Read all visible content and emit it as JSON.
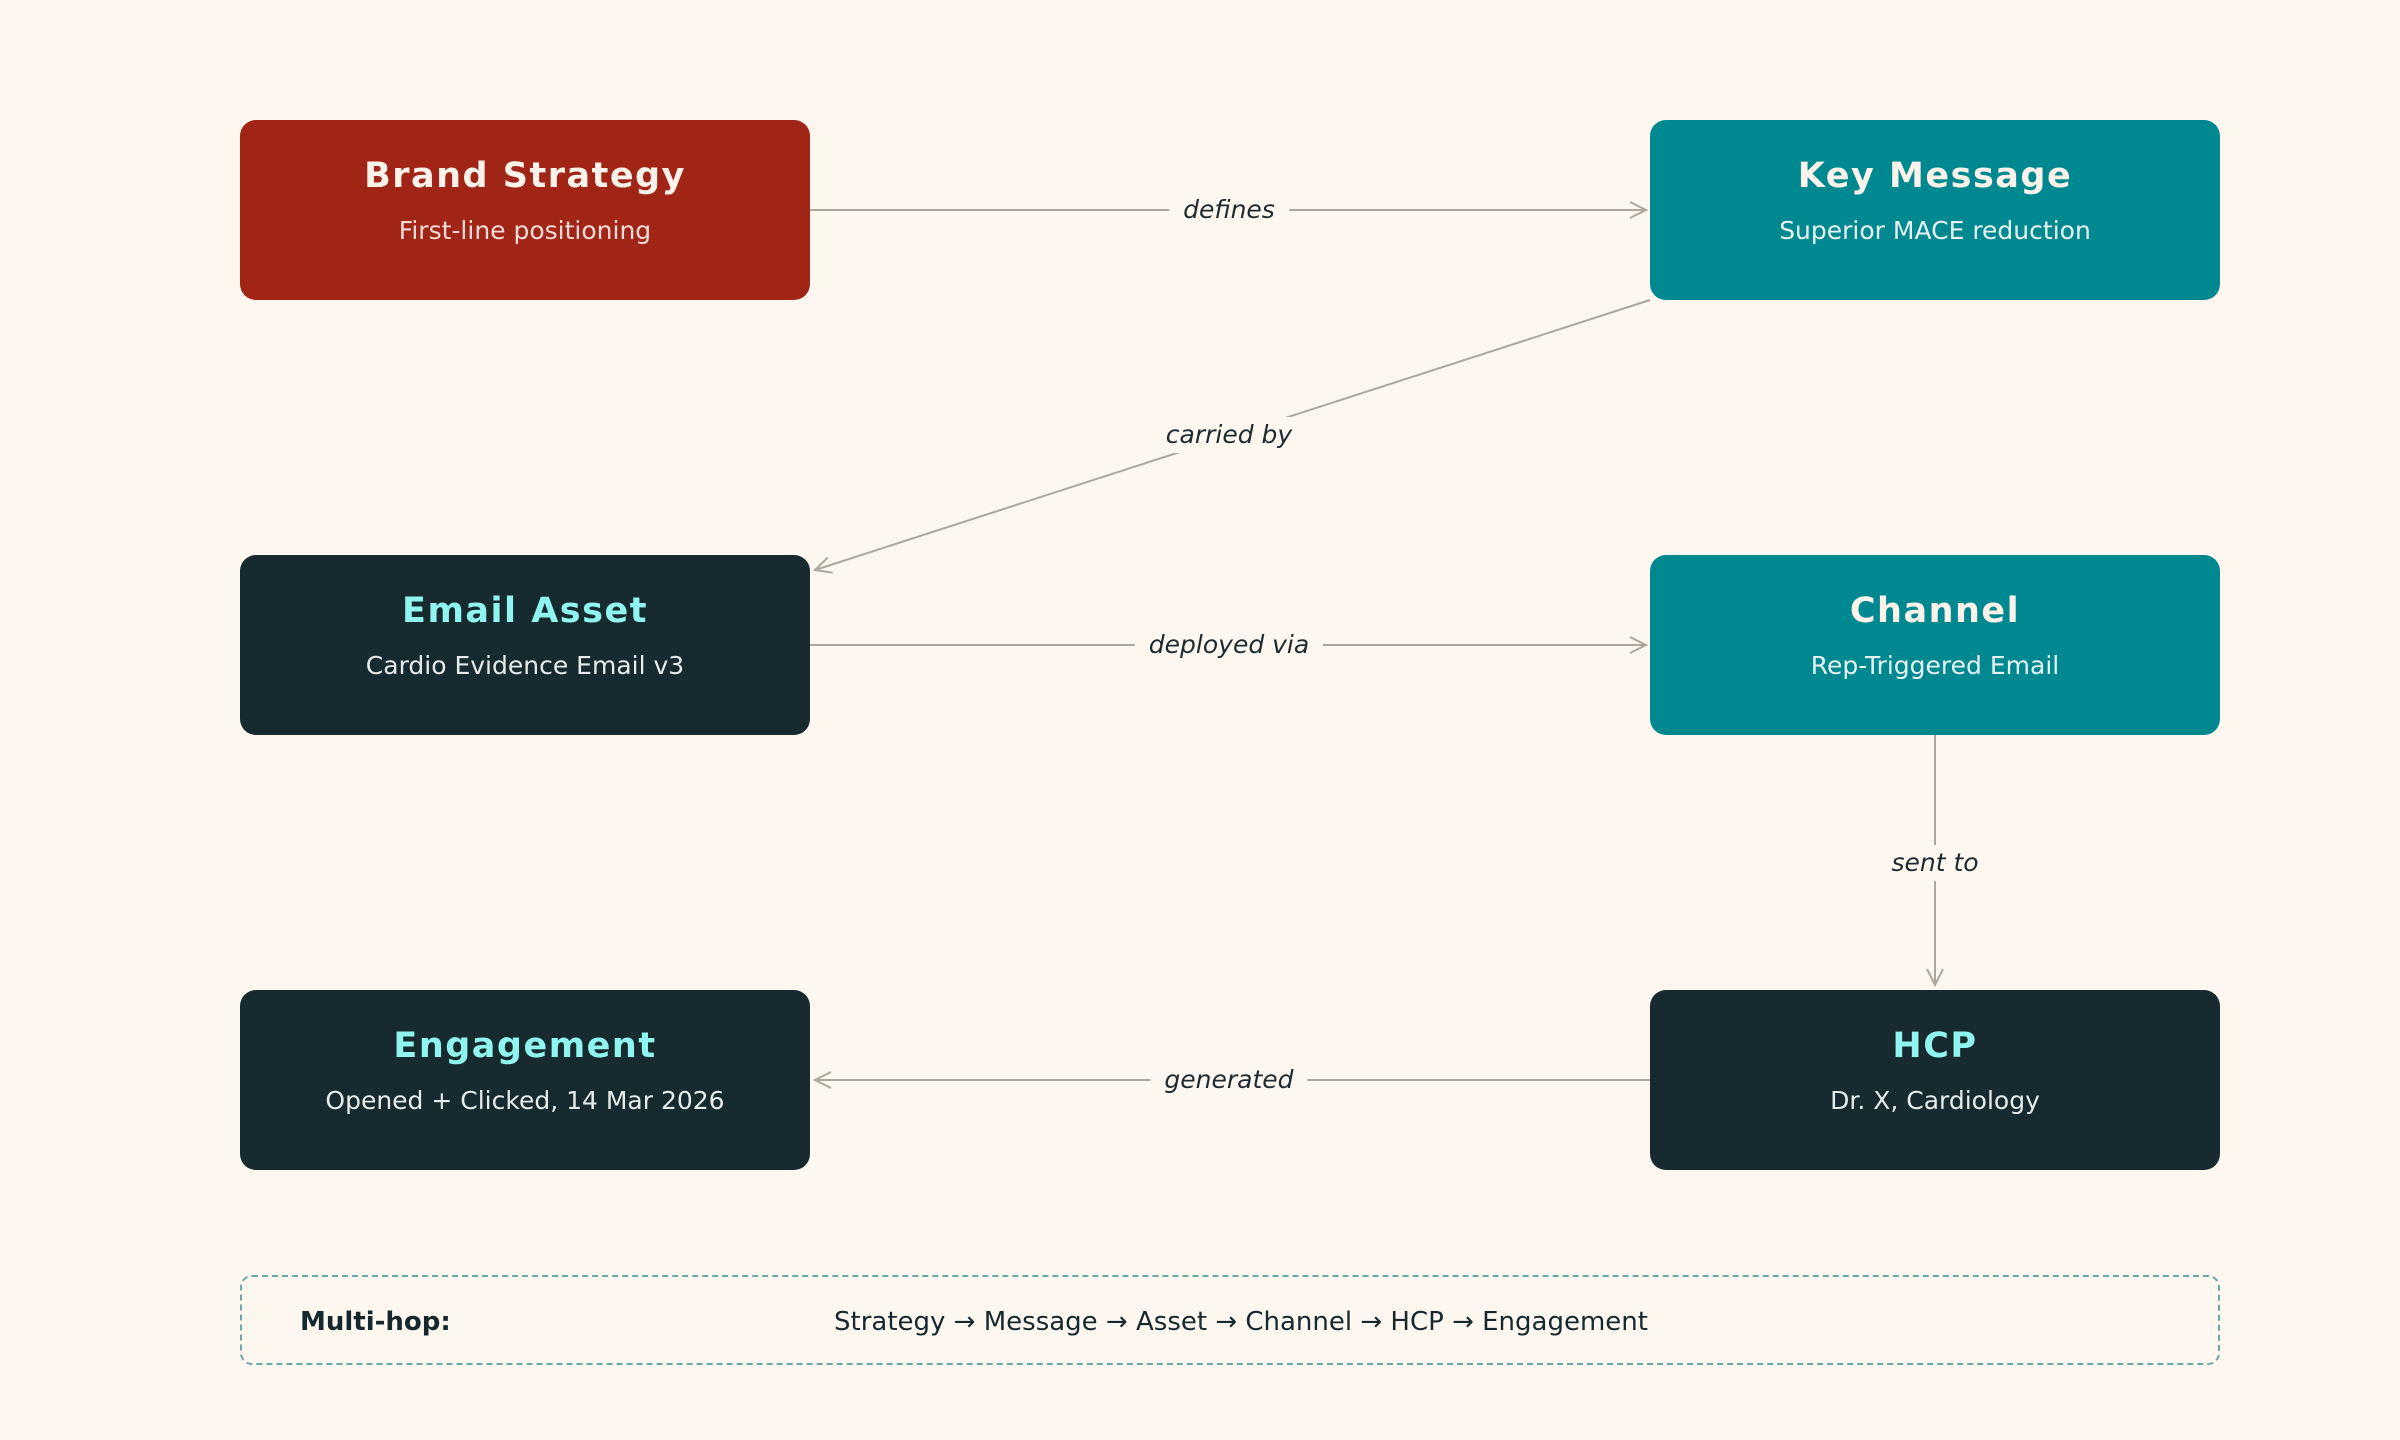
{
  "colors": {
    "background": "#fdf7f0",
    "strategy": "#a12517",
    "teal": "#008891",
    "dark": "#162a2f",
    "dark_title": "#8ff5ee",
    "light_title": "#fbf3ea",
    "subtitle": "#e6ece9",
    "edge": "#b0a59a",
    "dashed_border": "#6aa8a8"
  },
  "nodes": {
    "brand_strategy": {
      "title": "Brand Strategy",
      "subtitle": "First-line positioning",
      "style": "strategy"
    },
    "key_message": {
      "title": "Key Message",
      "subtitle": "Superior MACE reduction",
      "style": "teal"
    },
    "email_asset": {
      "title": "Email Asset",
      "subtitle": "Cardio Evidence Email v3",
      "style": "dark"
    },
    "channel": {
      "title": "Channel",
      "subtitle": "Rep-Triggered Email",
      "style": "teal"
    },
    "engagement": {
      "title": "Engagement",
      "subtitle": "Opened + Clicked, 14 Mar 2026",
      "style": "dark"
    },
    "hcp": {
      "title": "HCP",
      "subtitle": "Dr. X, Cardiology",
      "style": "dark"
    }
  },
  "edges": {
    "defines": {
      "label": "defines",
      "from": "brand_strategy",
      "to": "key_message"
    },
    "carried_by": {
      "label": "carried by",
      "from": "key_message",
      "to": "email_asset"
    },
    "deployed_via": {
      "label": "deployed via",
      "from": "email_asset",
      "to": "channel"
    },
    "sent_to": {
      "label": "sent to",
      "from": "channel",
      "to": "hcp"
    },
    "generated": {
      "label": "generated",
      "from": "hcp",
      "to": "engagement"
    }
  },
  "multihop": {
    "label": "Multi-hop:",
    "path": "Strategy → Message → Asset → Channel → HCP → Engagement"
  }
}
